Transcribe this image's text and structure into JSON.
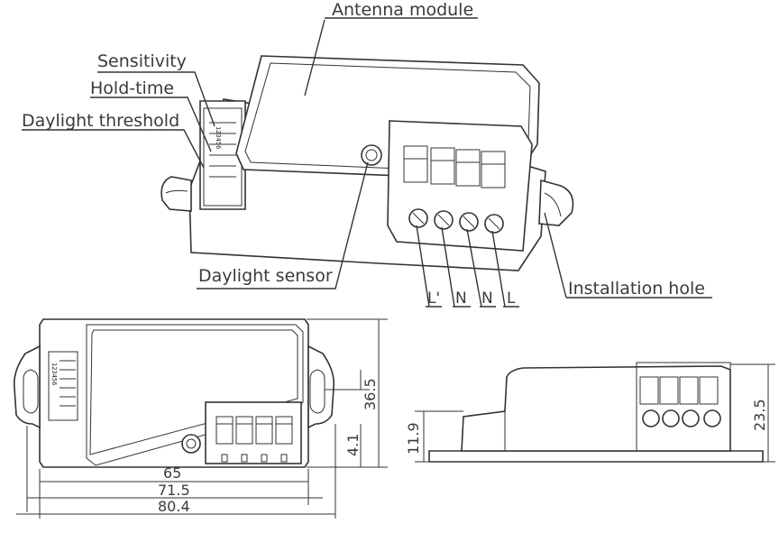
{
  "labels": {
    "antenna_module": "Antenna module",
    "sensitivity": "Sensitivity",
    "hold_time": "Hold-time",
    "daylight_threshold": "Daylight threshold",
    "daylight_sensor": "Daylight sensor",
    "installation_hole": "Installation hole"
  },
  "terminals": [
    "L'",
    "N",
    "N",
    "L"
  ],
  "dip_numbers": "123456",
  "dimensions": {
    "length_65": "65",
    "length_71_5": "71.5",
    "length_80_4": "80.4",
    "width_36_5": "36.5",
    "offset_4_1": "4.1",
    "height_11_9": "11.9",
    "height_23_5": "23.5"
  }
}
